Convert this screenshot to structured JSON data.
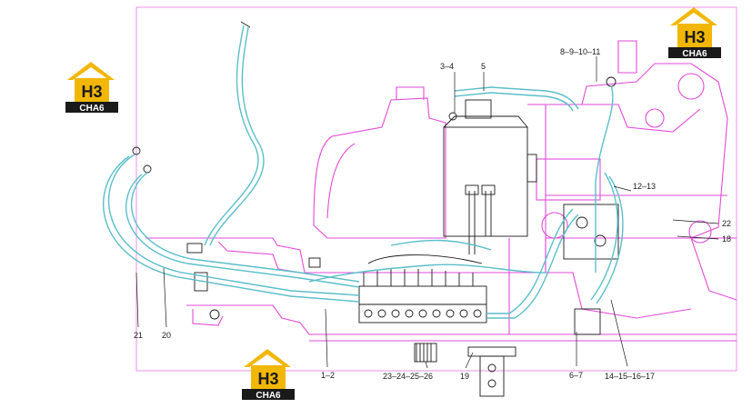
{
  "logo": {
    "mark": "H3",
    "caption": "CHA6",
    "colors": {
      "roof": "#f2b705",
      "mark_bg": "#f2b705",
      "mark_text": "#1a1a1a",
      "caption_bg": "#1a1a1a",
      "caption_text": "#ffffff"
    }
  },
  "colors": {
    "frame": "#e24ad8",
    "hose": "#5bbec9",
    "line": "#1a1a1a",
    "label": "#1a1a1a"
  },
  "labels": {
    "l_3_4": "3–4",
    "l_5": "5",
    "l_8_11": "8–9–10–11",
    "l_12_13": "12–13",
    "l_22": "22",
    "l_18": "18",
    "l_21": "21",
    "l_20": "20",
    "l_1_2": "1–2",
    "l_23_26": "23–24–25–26",
    "l_19": "19",
    "l_6_7": "6–7",
    "l_14_17": "14–15–16–17"
  }
}
